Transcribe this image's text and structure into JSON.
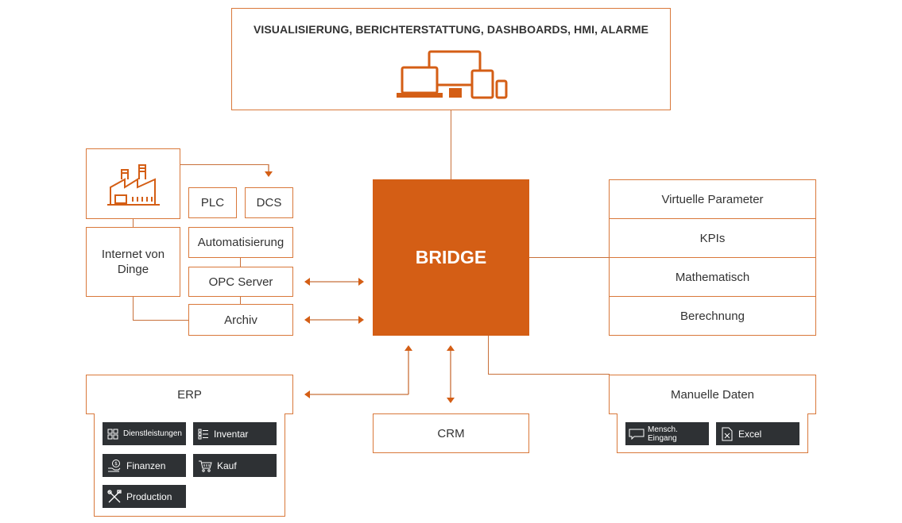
{
  "top": {
    "title": "VISUALISIERUNG, BERICHTERSTATTUNG, DASHBOARDS, HMI, ALARME",
    "icon": "devices-icon"
  },
  "center": {
    "label": "BRIDGE"
  },
  "left": {
    "factory_icon": "factory-icon",
    "plc": "PLC",
    "dcs": "DCS",
    "iot": "Internet von Dinge",
    "automation": "Automatisierung",
    "opc": "OPC Server",
    "archive": "Archiv"
  },
  "right": {
    "items": [
      "Virtuelle Parameter",
      "KPIs",
      "Mathematisch",
      "Berechnung"
    ],
    "manual": "Manuelle Daten",
    "chips": [
      {
        "label": "Mensch. Eingang",
        "icon": "speech-bubble-icon"
      },
      {
        "label": "Excel",
        "icon": "excel-icon"
      }
    ]
  },
  "erp": {
    "label": "ERP",
    "chips": [
      {
        "label": "Dienstleistungen",
        "icon": "grid-icon"
      },
      {
        "label": "Inventar",
        "icon": "list-icon"
      },
      {
        "label": "Finanzen",
        "icon": "coin-hand-icon"
      },
      {
        "label": "Kauf",
        "icon": "cart-icon"
      },
      {
        "label": "Production",
        "icon": "tools-icon"
      }
    ]
  },
  "crm": {
    "label": "CRM"
  },
  "colors": {
    "accent": "#d45e15",
    "line": "#c8703a",
    "chip": "#2e3134"
  }
}
